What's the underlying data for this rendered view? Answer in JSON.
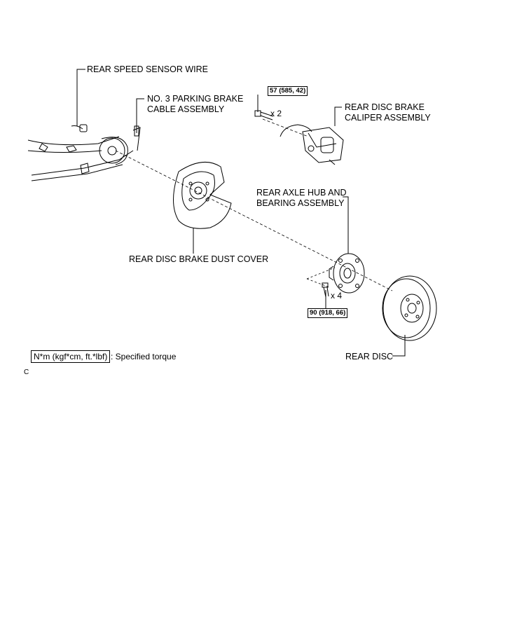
{
  "labels": {
    "speed_sensor_wire": "REAR SPEED SENSOR WIRE",
    "parking_brake_cable_l1": "NO. 3 PARKING BRAKE",
    "parking_brake_cable_l2": "CABLE ASSEMBLY",
    "caliper_l1": "REAR DISC BRAKE",
    "caliper_l2": "CALIPER ASSEMBLY",
    "hub_l1": "REAR AXLE HUB AND",
    "hub_l2": "BEARING ASSEMBLY",
    "dust_cover": "REAR DISC BRAKE DUST COVER",
    "rear_disc": "REAR DISC"
  },
  "torque": {
    "caliper_bolt": "57 (585, 42)",
    "hub_bolt": "90 (918, 66)"
  },
  "quantities": {
    "caliper_bolts": "x 2",
    "hub_bolts": "x 4"
  },
  "legend": {
    "unit_box": "N*m (kgf*cm, ft.*lbf)",
    "text": ": Specified torque"
  },
  "figure_code": "C"
}
